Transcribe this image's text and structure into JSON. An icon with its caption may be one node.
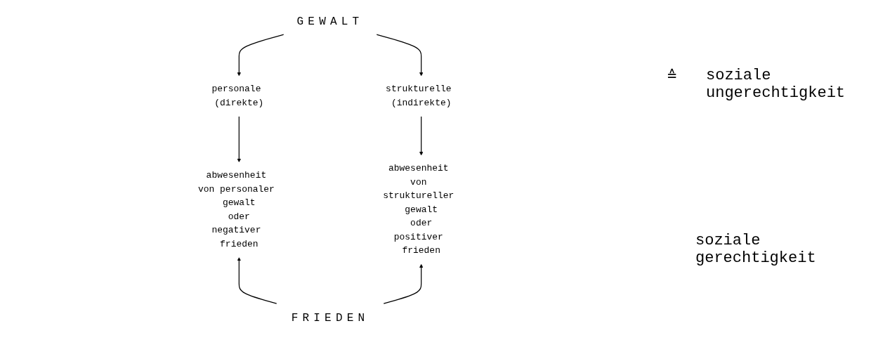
{
  "diagram": {
    "nodes": [
      {
        "text": [
          "GEWALT"
        ]
      },
      {
        "text": [
          "personale (direkte)"
        ]
      },
      {
        "text": [
          "strukturelle (indirekte)"
        ]
      },
      {
        "text": [
          "abwesenheit von personaler gewalt",
          "oder",
          "negativer frieden"
        ]
      },
      {
        "text": [
          "abwesenheit von struktureller gewalt",
          "oder",
          "positiver frieden"
        ]
      },
      {
        "text": [
          "FRIEDEN"
        ]
      }
    ],
    "edges": [
      {
        "from": 0,
        "to": 1,
        "arrow": "to"
      },
      {
        "from": 0,
        "to": 2,
        "arrow": "to"
      },
      {
        "from": 1,
        "to": 3,
        "arrow": "to"
      },
      {
        "from": 2,
        "to": 4,
        "arrow": "to"
      },
      {
        "from": 5,
        "to": 3,
        "arrow": "to"
      },
      {
        "from": 5,
        "to": 4,
        "arrow": "to"
      }
    ],
    "labels": [
      "≙",
      "soziale ungerechtigkeit",
      "soziale gerechtigkeit"
    ]
  }
}
